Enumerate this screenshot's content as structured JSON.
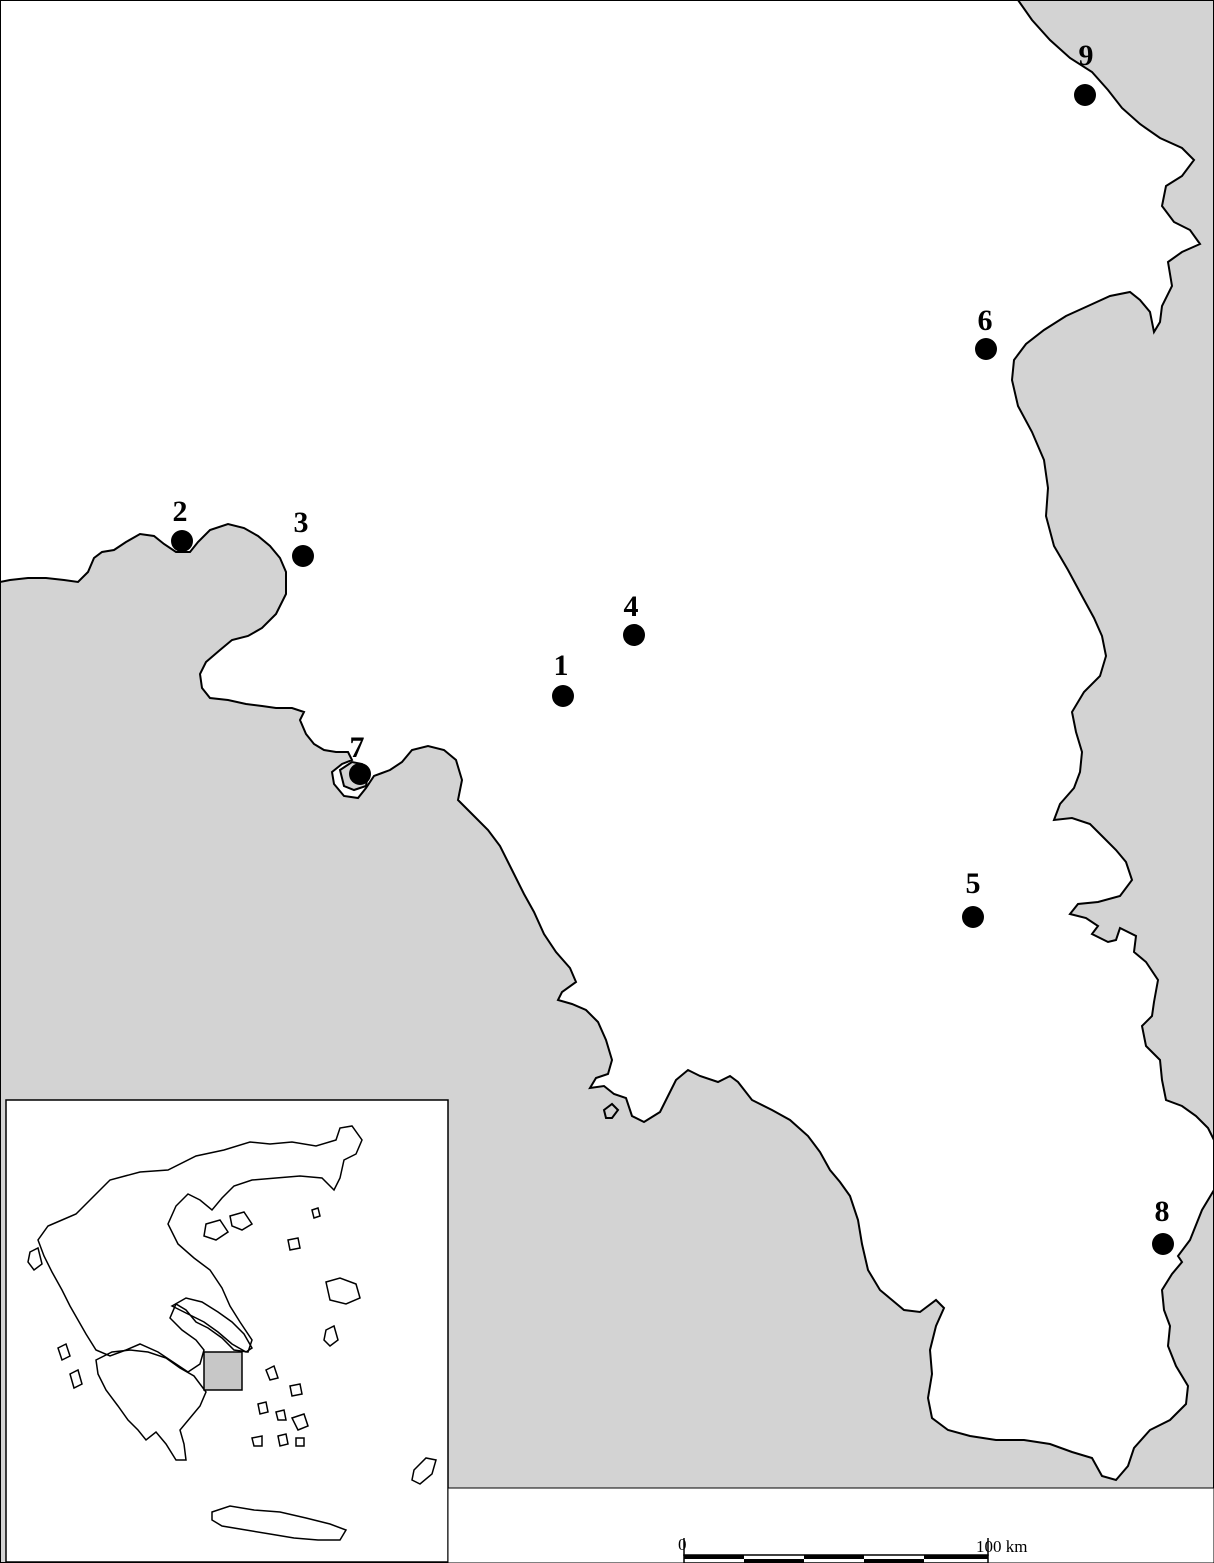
{
  "colors": {
    "sea": "#d3d3d3",
    "land": "#ffffff",
    "coastline": "#000000",
    "marker": "#000000",
    "inset_highlight": "#bdbdbd"
  },
  "sites": [
    {
      "id": "site-1",
      "label": "1"
    },
    {
      "id": "site-2",
      "label": "2"
    },
    {
      "id": "site-3",
      "label": "3"
    },
    {
      "id": "site-4",
      "label": "4"
    },
    {
      "id": "site-5",
      "label": "5"
    },
    {
      "id": "site-6",
      "label": "6"
    },
    {
      "id": "site-7",
      "label": "7"
    },
    {
      "id": "site-8",
      "label": "8"
    },
    {
      "id": "site-9",
      "label": "9"
    }
  ],
  "scale_bar": {
    "start_label": "0",
    "end_label": "100 km"
  }
}
